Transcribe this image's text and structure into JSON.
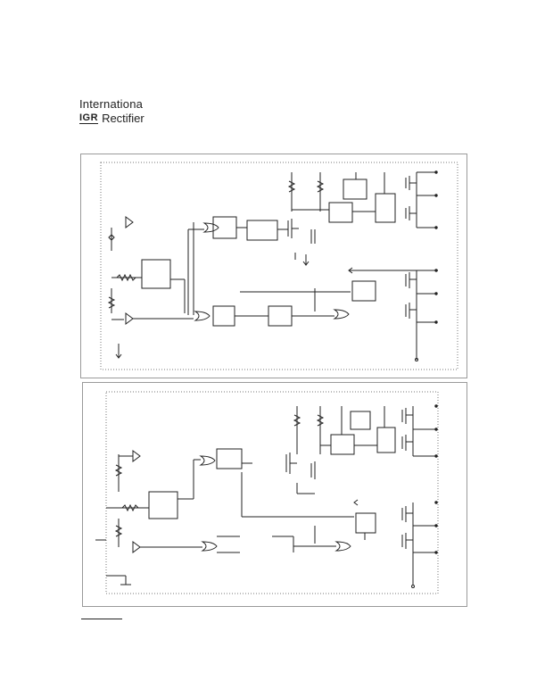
{
  "logo": {
    "line1": "Internationa",
    "mark": "IGR",
    "word": "Rectifier"
  },
  "colors": {
    "line": "#222222",
    "frame": "#9a9a9a",
    "dotted": "#777777"
  }
}
